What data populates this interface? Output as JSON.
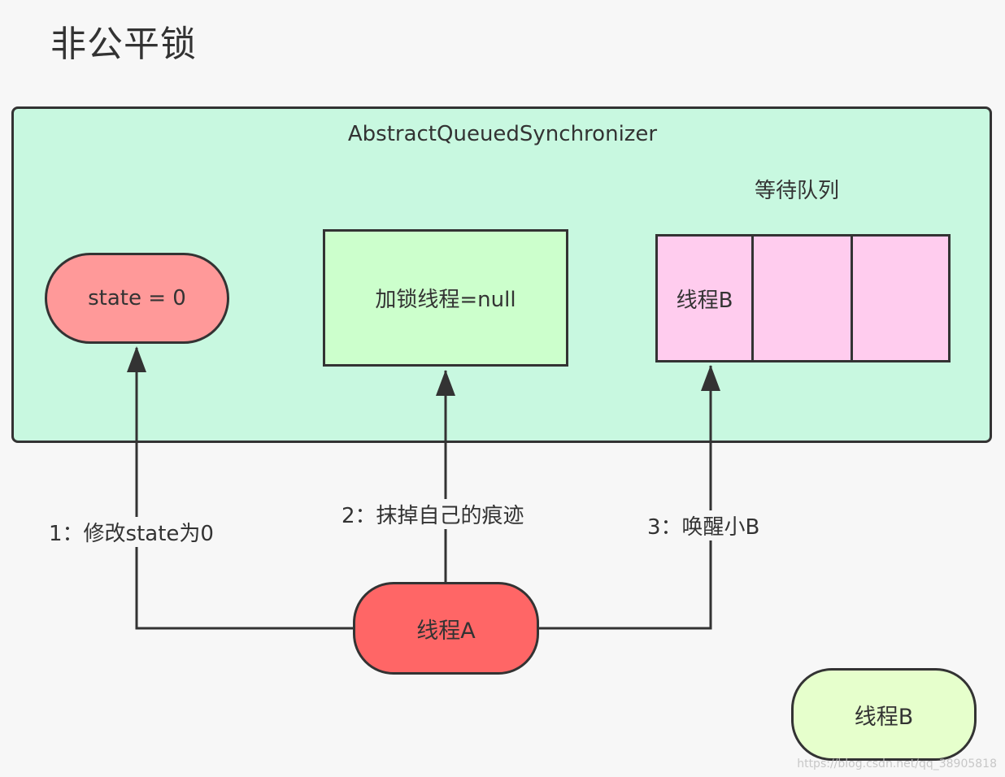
{
  "title": "非公平锁",
  "aqs": {
    "label": "AbstractQueuedSynchronizer",
    "state_text": "state = 0",
    "lock_thread_text": "加锁线程=null",
    "queue_label": "等待队列",
    "queue_cells": [
      "线程B",
      "",
      ""
    ]
  },
  "threads": {
    "a": "线程A",
    "b": "线程B"
  },
  "steps": [
    "1：修改state为0",
    "2：抹掉自己的痕迹",
    "3：唤醒小B"
  ],
  "colors": {
    "container_fill": "#c8f8e0",
    "state_fill": "#ff9999",
    "lock_fill": "#ccffcc",
    "queue_fill": "#ffccee",
    "thread_a_fill": "#ff6666",
    "thread_b_fill": "#e6ffcc",
    "stroke": "#333333"
  },
  "watermark": "https://blog.csdn.net/qq_38905818"
}
